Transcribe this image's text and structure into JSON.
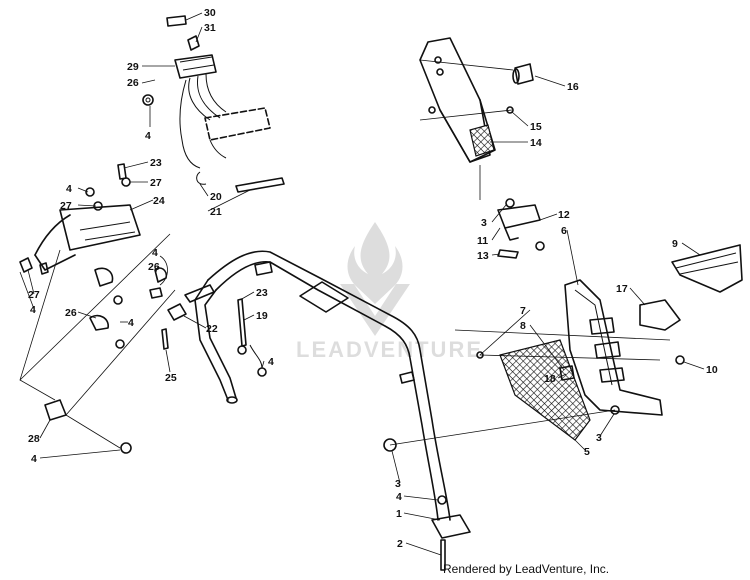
{
  "callouts": [
    {
      "id": "c30a",
      "text": "30"
    },
    {
      "id": "c31",
      "text": "31"
    },
    {
      "id": "c29",
      "text": "29"
    },
    {
      "id": "c26a",
      "text": "26"
    },
    {
      "id": "c4a",
      "text": "4"
    },
    {
      "id": "c23a",
      "text": "23"
    },
    {
      "id": "c27a",
      "text": "27"
    },
    {
      "id": "c4b",
      "text": "4"
    },
    {
      "id": "c27b",
      "text": "27"
    },
    {
      "id": "c24",
      "text": "24"
    },
    {
      "id": "c20",
      "text": "20"
    },
    {
      "id": "c21",
      "text": "21"
    },
    {
      "id": "c4c",
      "text": "4"
    },
    {
      "id": "c26b",
      "text": "26"
    },
    {
      "id": "c27c",
      "text": "27"
    },
    {
      "id": "c4d",
      "text": "4"
    },
    {
      "id": "c26c",
      "text": "26"
    },
    {
      "id": "c4e",
      "text": "4"
    },
    {
      "id": "c23b",
      "text": "23"
    },
    {
      "id": "c19",
      "text": "19"
    },
    {
      "id": "c22",
      "text": "22"
    },
    {
      "id": "c4f",
      "text": "4"
    },
    {
      "id": "c25",
      "text": "25"
    },
    {
      "id": "c28",
      "text": "28"
    },
    {
      "id": "c4g",
      "text": "4"
    },
    {
      "id": "c16",
      "text": "16"
    },
    {
      "id": "c15",
      "text": "15"
    },
    {
      "id": "c14",
      "text": "14"
    },
    {
      "id": "c12",
      "text": "12"
    },
    {
      "id": "c3a",
      "text": "3"
    },
    {
      "id": "c6",
      "text": "6"
    },
    {
      "id": "c11",
      "text": "11"
    },
    {
      "id": "c13",
      "text": "13"
    },
    {
      "id": "c9",
      "text": "9"
    },
    {
      "id": "c17",
      "text": "17"
    },
    {
      "id": "c7",
      "text": "7"
    },
    {
      "id": "c8",
      "text": "8"
    },
    {
      "id": "c10",
      "text": "10"
    },
    {
      "id": "c18",
      "text": "18"
    },
    {
      "id": "c3b",
      "text": "3"
    },
    {
      "id": "c5",
      "text": "5"
    },
    {
      "id": "c3c",
      "text": "3"
    },
    {
      "id": "c4h",
      "text": "4"
    },
    {
      "id": "c1",
      "text": "1"
    },
    {
      "id": "c2",
      "text": "2"
    }
  ],
  "watermark": {
    "text": "LEADVENTURE"
  },
  "credit": {
    "text": "Rendered by LeadVenture, Inc."
  }
}
